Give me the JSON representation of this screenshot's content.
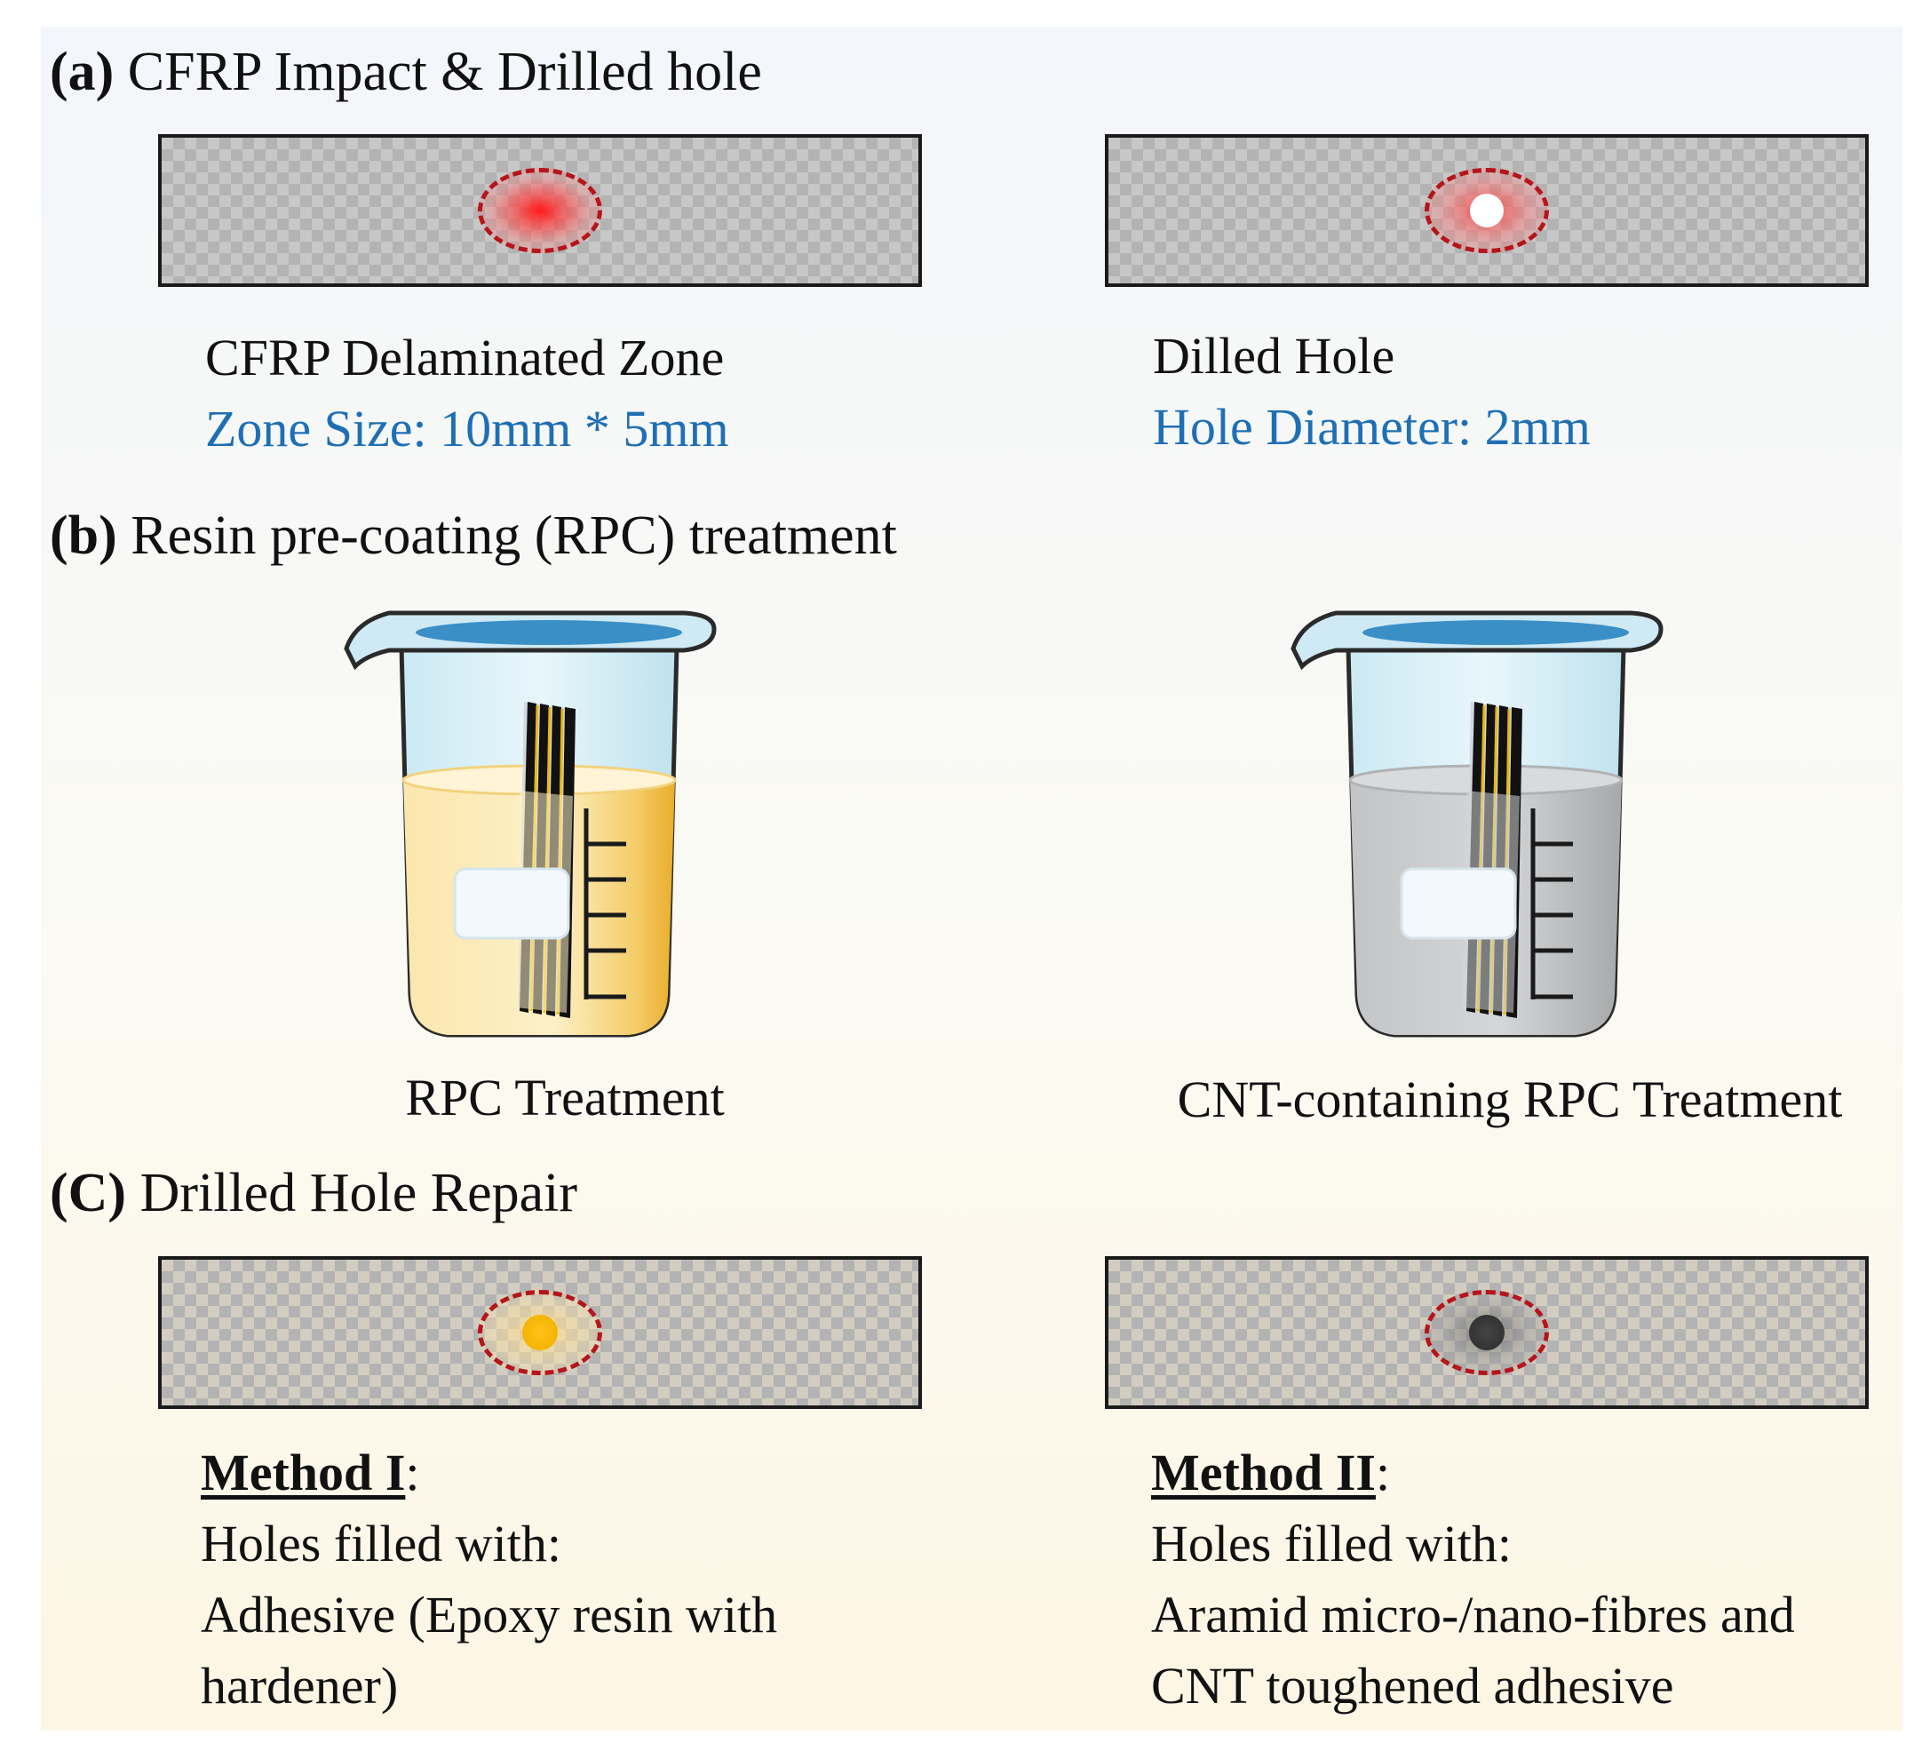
{
  "section_a": {
    "tag": "(a)",
    "title": "CFRP Impact & Drilled hole",
    "left": {
      "title": "CFRP Delaminated Zone",
      "detail": "Zone Size: 10mm * 5mm"
    },
    "right": {
      "title": "Dilled Hole",
      "detail": "Hole Diameter: 2mm"
    }
  },
  "section_b": {
    "tag": "(b)",
    "title": "Resin pre-coating (RPC) treatment",
    "left": {
      "caption": "RPC Treatment"
    },
    "right": {
      "caption": "CNT-containing RPC Treatment"
    }
  },
  "section_c": {
    "tag": "(C)",
    "title": "Drilled Hole Repair",
    "left": {
      "method": "Method I",
      "colon": ":",
      "lines": [
        "Holes filled with:",
        "Adhesive (Epoxy resin with",
        "hardener)"
      ]
    },
    "right": {
      "method": "Method II",
      "colon": ":",
      "lines": [
        "Holes filled with:",
        "Aramid micro-/nano-fibres and",
        "CNT toughened adhesive"
      ]
    }
  },
  "colors": {
    "caption_blue": "#1f6fb5",
    "zone_red": "#b5151b",
    "resin_yellow": "#f6d27a",
    "cnt_gray": "#bcbcbc",
    "fill_orange": "#f4b400",
    "fill_dark": "#333333"
  }
}
